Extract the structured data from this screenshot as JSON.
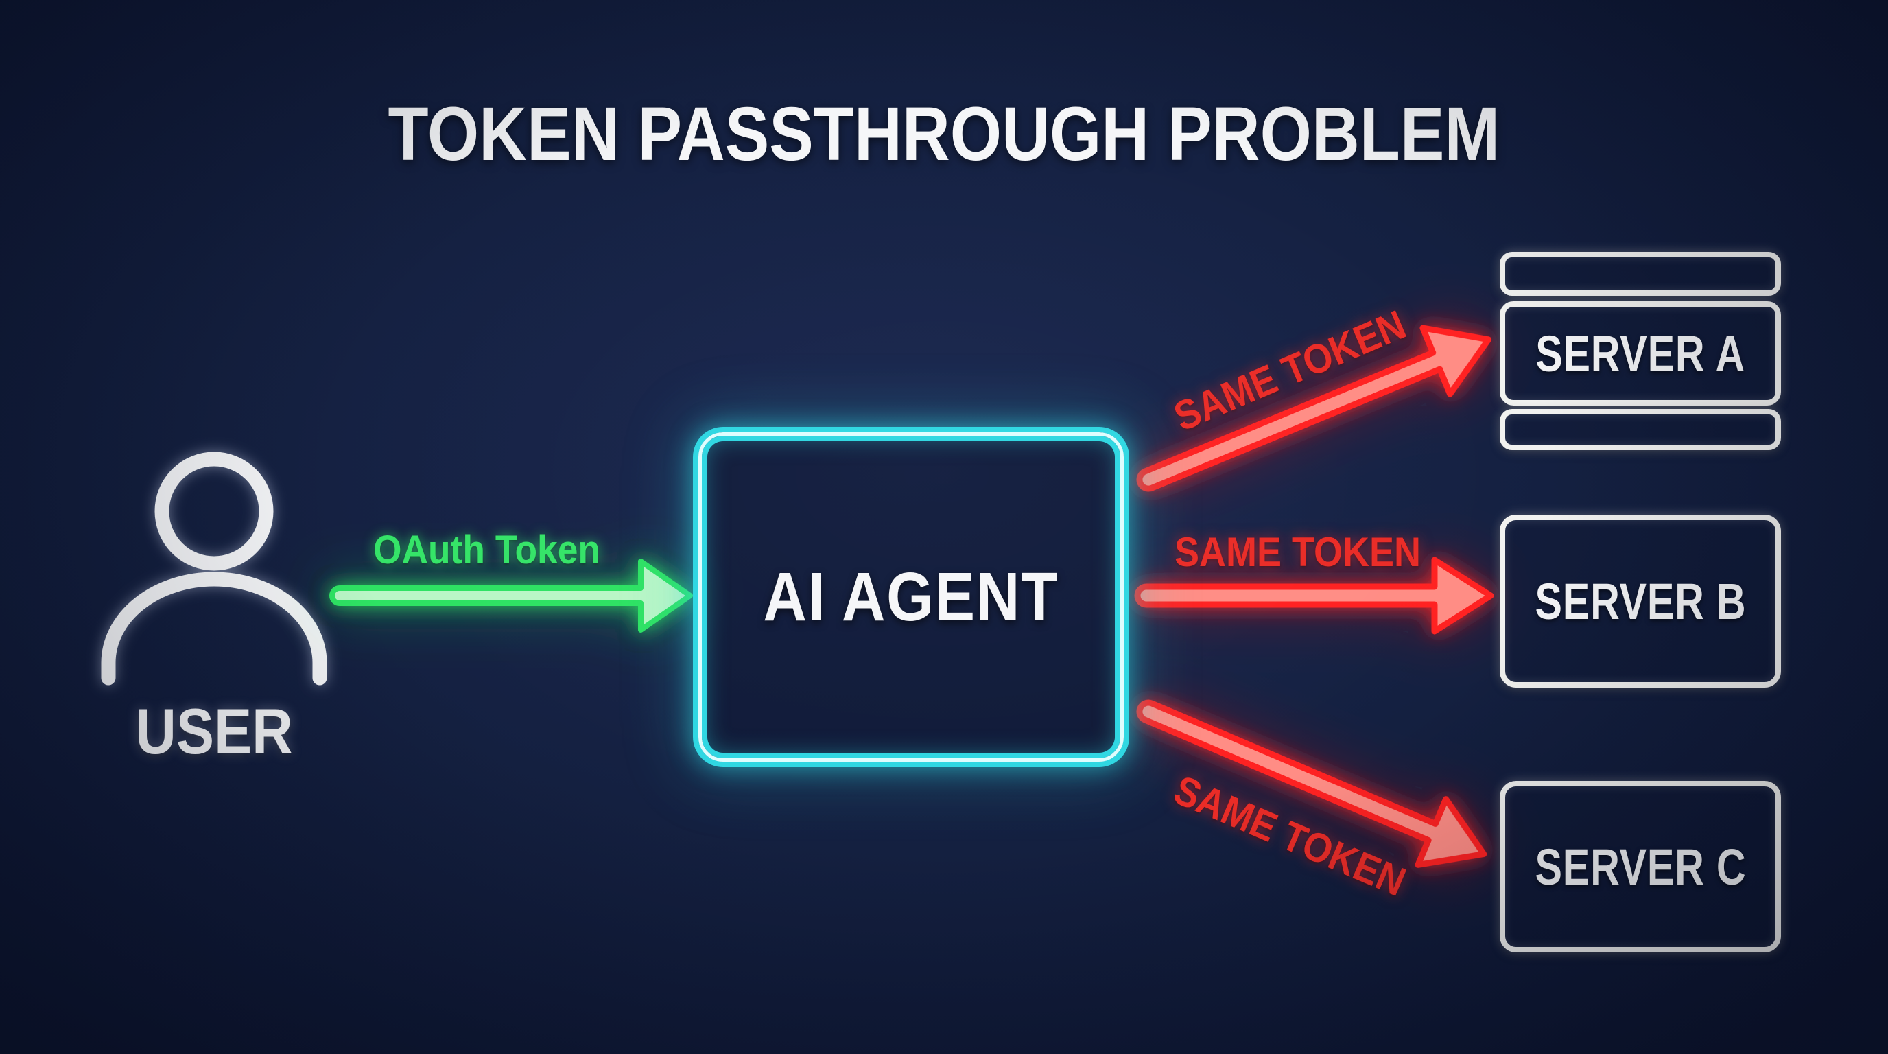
{
  "title": "TOKEN PASSTHROUGH PROBLEM",
  "user": {
    "label": "USER"
  },
  "agent": {
    "label": "AI AGENT"
  },
  "edges": {
    "oauth": {
      "label": "OAuth Token"
    },
    "to_server_a": {
      "label": "SAME TOKEN"
    },
    "to_server_b": {
      "label": "SAME TOKEN"
    },
    "to_server_c": {
      "label": "SAME TOKEN"
    }
  },
  "servers": [
    {
      "label": "SERVER A"
    },
    {
      "label": "SERVER B"
    },
    {
      "label": "SERVER C"
    }
  ],
  "colors": {
    "background": "#142040",
    "title": "#f5f6f8",
    "token_green": "#35e468",
    "green_arrow_fill": "#b9f6c6",
    "green_arrow_stroke": "#2fe263",
    "danger_red": "#ea2c27",
    "red_arrow_fill": "#ff8d85",
    "red_arrow_stroke": "#ff2222",
    "neon_cyan": "#2fd7e2",
    "server_border": "#f2f2f0"
  }
}
